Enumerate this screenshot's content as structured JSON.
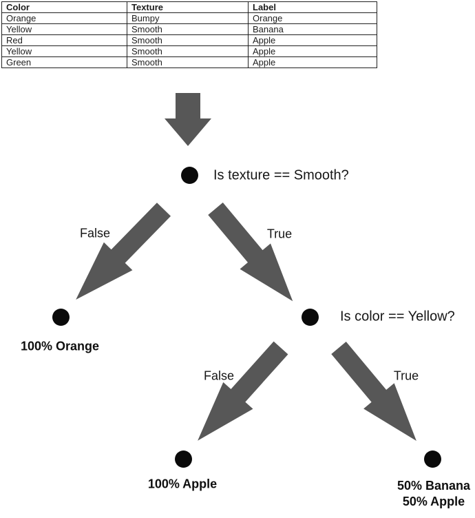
{
  "table": {
    "headers": [
      "Color",
      "Texture",
      "Label"
    ],
    "rows": [
      [
        "Orange",
        "Bumpy",
        "Orange"
      ],
      [
        "Yellow",
        "Smooth",
        "Banana"
      ],
      [
        "Red",
        "Smooth",
        "Apple"
      ],
      [
        "Yellow",
        "Smooth",
        "Apple"
      ],
      [
        "Green",
        "Smooth",
        "Apple"
      ]
    ]
  },
  "tree": {
    "root": {
      "question": "Is texture == Smooth?"
    },
    "second": {
      "question": "Is color == Yellow?"
    },
    "branches": {
      "root_false": "False",
      "root_true": "True",
      "second_false": "False",
      "second_true": "True"
    },
    "leaves": {
      "orange": "100% Orange",
      "apple": "100% Apple",
      "mixed_line1": "50% Banana",
      "mixed_line2": "50% Apple"
    }
  },
  "colors": {
    "arrow": "#575757",
    "node_dot": "#0a0a0a",
    "table_border": "#1f1f1f",
    "text": "#111111"
  }
}
